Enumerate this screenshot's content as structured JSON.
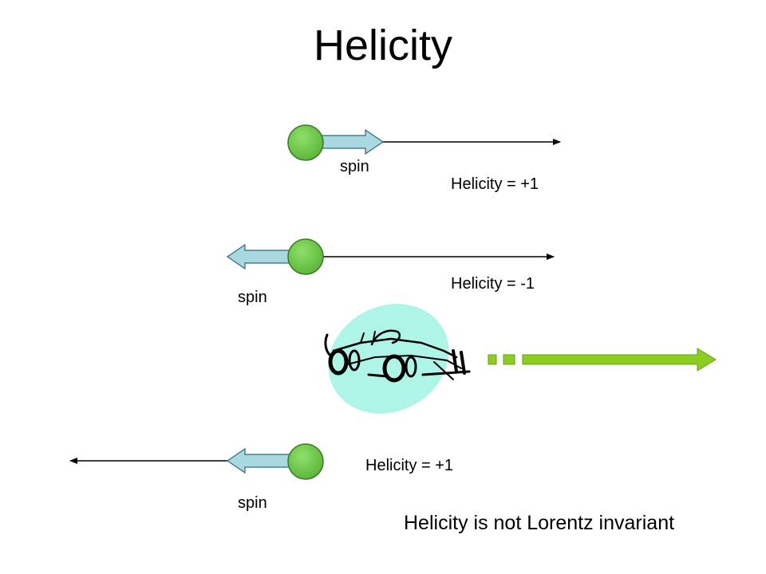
{
  "title": "Helicity",
  "rows": [
    {
      "spin_label": "spin",
      "helicity_label": "Helicity = +1"
    },
    {
      "spin_label": "spin",
      "helicity_label": "Helicity = -1"
    },
    {
      "spin_label": "spin",
      "helicity_label": "Helicity = +1"
    }
  ],
  "conclusion": "Helicity is not Lorentz invariant",
  "colors": {
    "particle": "#6cc644",
    "spin_arrow": "#a9d8e0",
    "observer_blob": "#aef5e8",
    "boost_arrow": "#8ccd22"
  },
  "icons": [
    "particle-ball-icon",
    "spin-arrow-icon",
    "momentum-arrow-icon",
    "race-car-icon",
    "boost-arrow-icon"
  ]
}
